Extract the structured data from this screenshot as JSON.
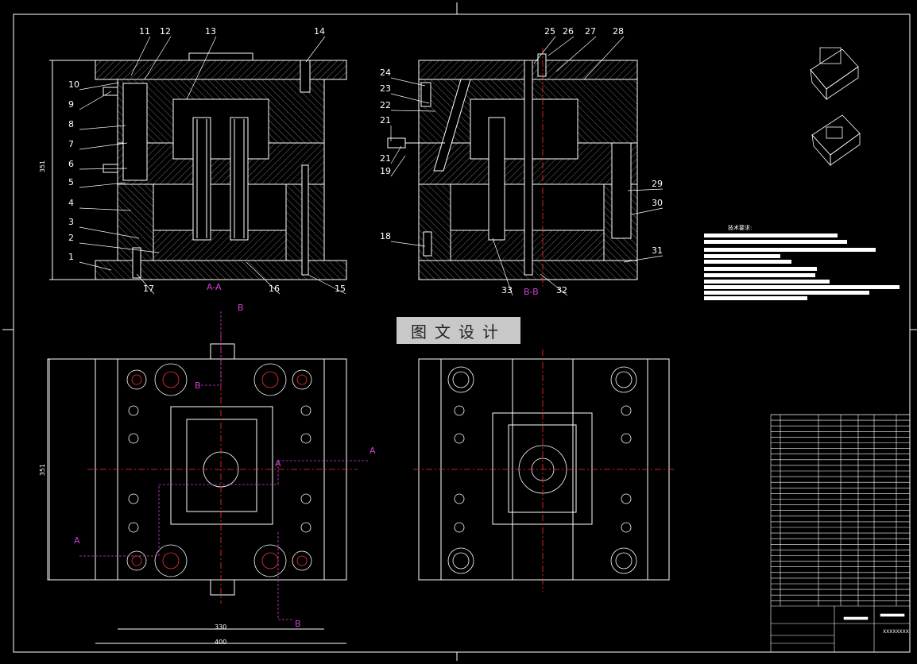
{
  "drawing": {
    "watermark": "图文设计",
    "section_labels": {
      "aa": "A-A",
      "bb": "B-B"
    },
    "callouts_left": [
      "10",
      "9",
      "8",
      "7",
      "6",
      "5",
      "4",
      "3",
      "2",
      "1"
    ],
    "callouts_top_left": [
      "11",
      "12",
      "13",
      "14"
    ],
    "callouts_bottom_left": [
      "17",
      "16",
      "15"
    ],
    "callouts_mid_left": [
      "24",
      "23",
      "22",
      "21",
      "21",
      "19",
      "18"
    ],
    "callouts_top_right": [
      "25",
      "26",
      "27",
      "28"
    ],
    "callouts_right": [
      "29",
      "30",
      "31"
    ],
    "callouts_bottom_right": [
      "33",
      "32"
    ],
    "dims": {
      "height_upper": "351",
      "height_lower": "351",
      "width_inner": "330",
      "width_outer": "400"
    },
    "section_markers": {
      "a": "A",
      "b": "B"
    },
    "tech_requirements_title": "技术要求:",
    "title_block": {
      "code": "XXXXXXXX"
    }
  },
  "colors": {
    "line": "#ffffff",
    "hatch": "#ffffff",
    "center": "#ff3030",
    "section": "#d040d0",
    "dim": "#ffffff"
  }
}
